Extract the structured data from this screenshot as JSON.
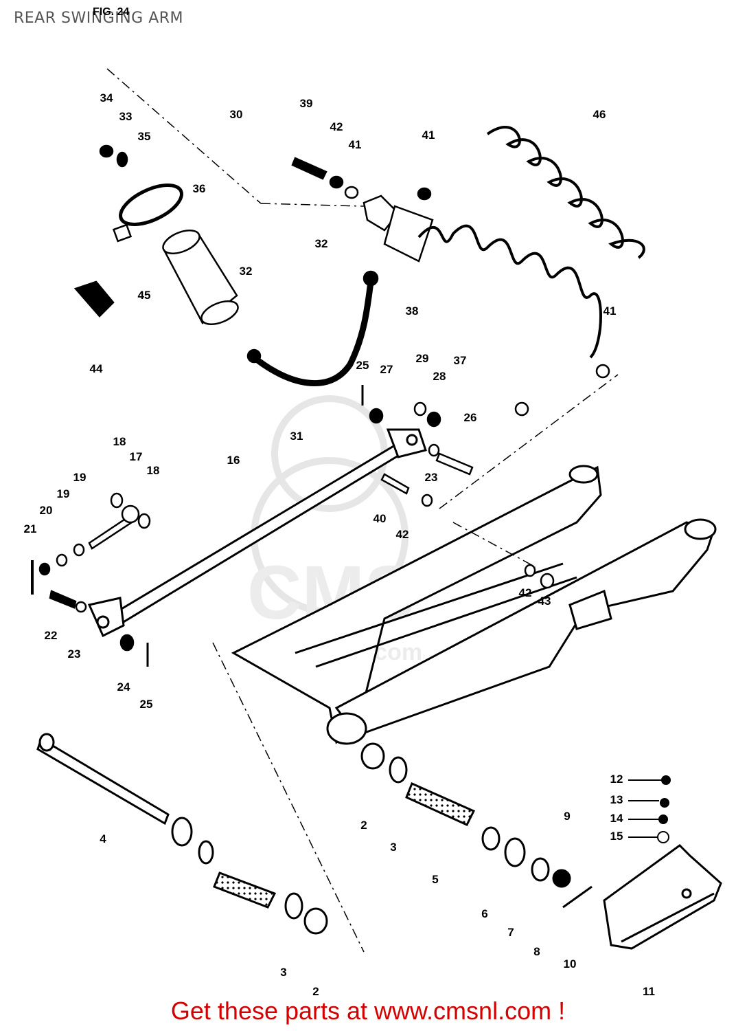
{
  "title": "REAR SWINGING ARM",
  "fig_label": "FIG. 24",
  "footer": "Get these parts at www.cmsnl.com !",
  "watermark_text": "CMS",
  "watermark_url": "www.cmsnl.com",
  "colors": {
    "footer": "#d40000",
    "ink": "#000000",
    "watermark": "#e8e8e8"
  },
  "callouts": [
    "34",
    "33",
    "35",
    "30",
    "39",
    "42",
    "41",
    "41",
    "46",
    "36",
    "32",
    "45",
    "32",
    "44",
    "38",
    "41",
    "37",
    "31",
    "25",
    "27",
    "29",
    "28",
    "26",
    "16",
    "18",
    "17",
    "18",
    "19",
    "19",
    "20",
    "21",
    "23",
    "40",
    "42",
    "22",
    "23",
    "24",
    "25",
    "42",
    "43",
    "4",
    "2",
    "3",
    "5",
    "12",
    "13",
    "14",
    "15",
    "9",
    "6",
    "7",
    "8",
    "10",
    "11",
    "2",
    "3"
  ]
}
